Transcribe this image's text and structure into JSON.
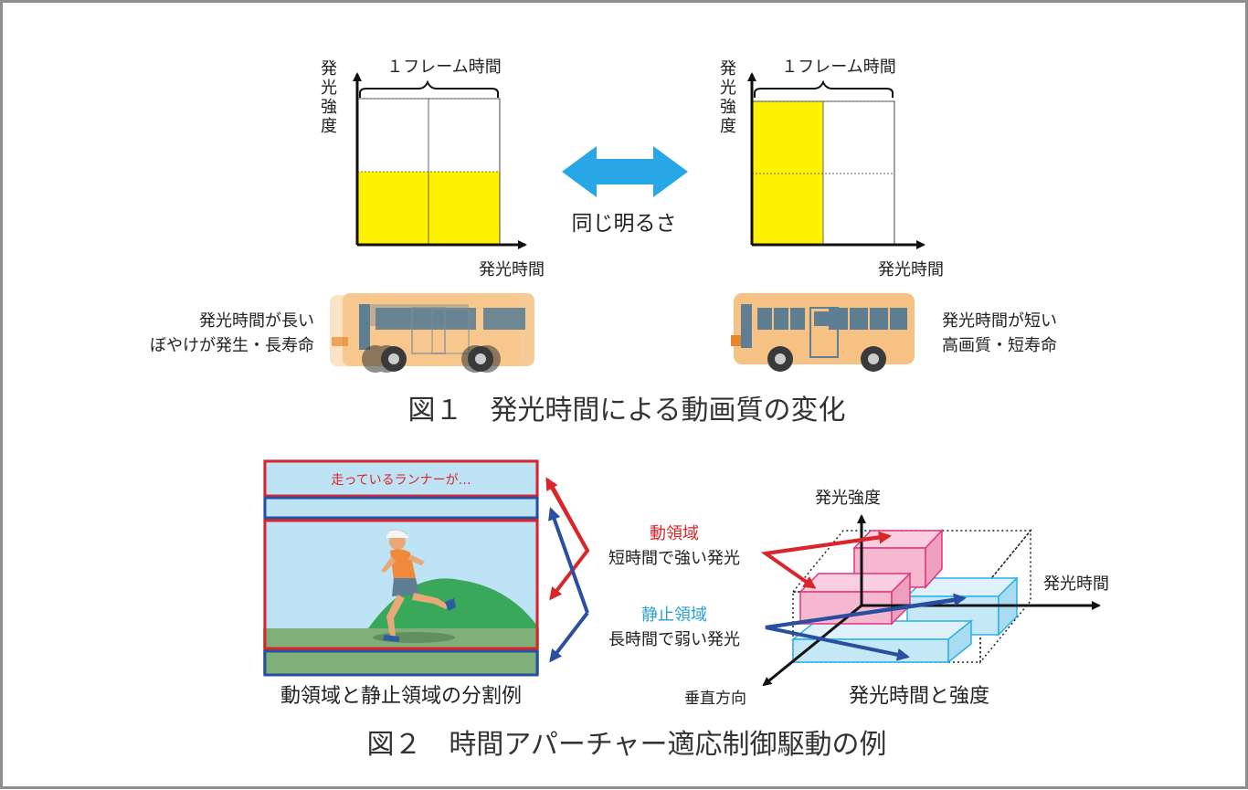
{
  "figure1": {
    "left_chart": {
      "ylabel": [
        "発",
        "光",
        "強",
        "度"
      ],
      "frame_label": "１フレーム時間",
      "xlabel": "発光時間",
      "fill_fraction_time": 1.0,
      "fill_fraction_intensity": 0.5
    },
    "right_chart": {
      "ylabel": [
        "発",
        "光",
        "強",
        "度"
      ],
      "frame_label": "１フレーム時間",
      "xlabel": "発光時間",
      "fill_fraction_time": 0.5,
      "fill_fraction_intensity": 1.0
    },
    "arrow_label": "同じ明るさ",
    "left_bus_note": [
      "発光時間が長い",
      "ぼやけが発生・長寿命"
    ],
    "right_bus_note": [
      "発光時間が短い",
      "高画質・短寿命"
    ],
    "caption": "図１　発光時間による動画質の変化"
  },
  "figure2": {
    "banner_text": "走っているランナーが…",
    "scene_caption": "動領域と静止領域の分割例",
    "moving": {
      "title": "動領域",
      "desc": "短時間で強い発光"
    },
    "static": {
      "title": "静止領域",
      "desc": "長時間で弱い発光"
    },
    "axes": {
      "y": "発光強度",
      "x": "発光時間",
      "z": "垂直方向"
    },
    "axes_caption": "発光時間と強度",
    "caption": "図２　時間アパーチャー適応制御駆動の例"
  },
  "colors": {
    "yellow": "#fff200",
    "bus_orange": "#f6c283",
    "bus_window": "#5e7f93",
    "arrow_blue": "#27a7e6",
    "moving_red": "#d9262b",
    "static_blue": "#2a4ea0",
    "pink_block": "#f5b8cf",
    "cyan_block": "#c4e8f6",
    "sky": "#bde3f4",
    "grass": "#7fb07a"
  }
}
